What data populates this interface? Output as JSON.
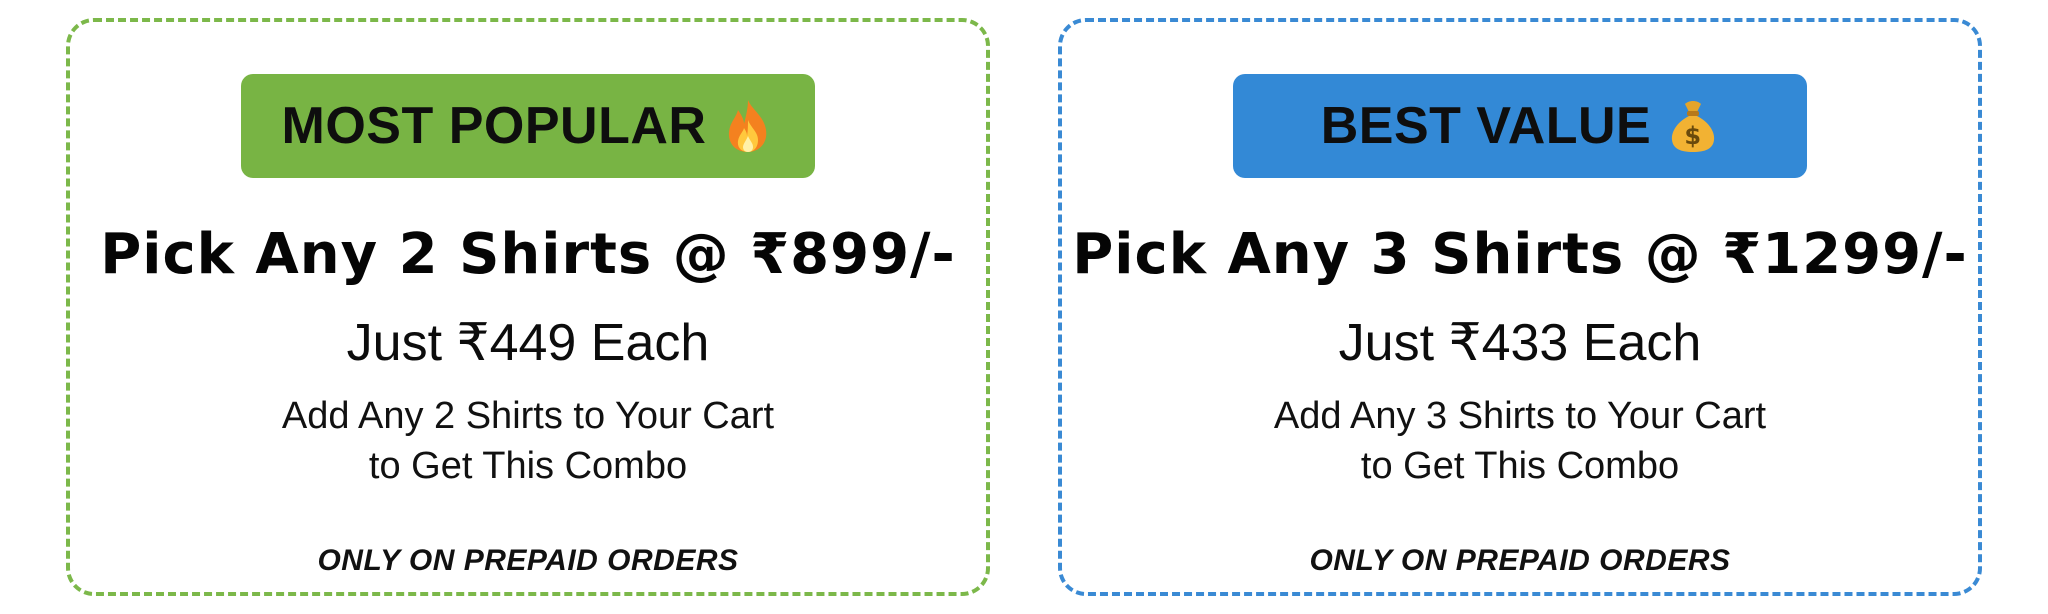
{
  "offers": [
    {
      "badge_label": "MOST POPULAR",
      "badge_icon": "fire-icon",
      "badge_color": "#78b444",
      "border_color": "#7cb84a",
      "title": "Pick Any 2 Shirts @ ₹899/-",
      "per_price": "Just ₹449 Each",
      "instruction_line1": "Add Any 2 Shirts to Your Cart",
      "instruction_line2": "to Get This Combo",
      "note": "ONLY ON PREPAID ORDERS"
    },
    {
      "badge_label": "BEST VALUE",
      "badge_icon": "money-bag-icon",
      "badge_color": "#3389d6",
      "border_color": "#3a8ad4",
      "title": "Pick Any 3 Shirts @ ₹1299/-",
      "per_price": "Just ₹433 Each",
      "instruction_line1": "Add Any 3 Shirts to Your Cart",
      "instruction_line2": "to Get This Combo",
      "note": "ONLY ON PREPAID ORDERS"
    }
  ]
}
